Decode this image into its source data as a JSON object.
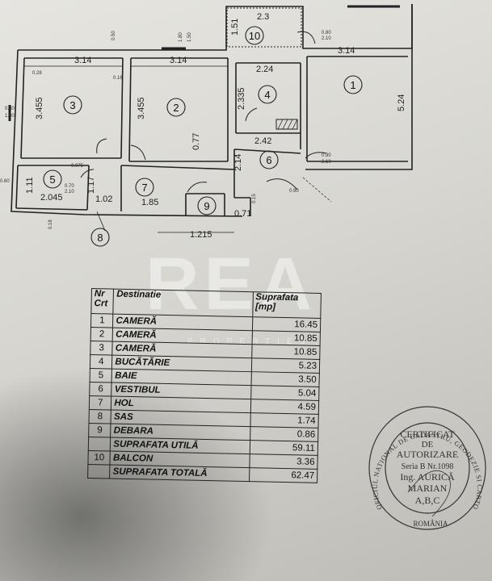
{
  "plan": {
    "dims_horizontal": [
      "2.3",
      "3.14",
      "3.14",
      "3.14",
      "2.24",
      "2.42",
      "2.045",
      "1.02",
      "1.85",
      "1.215",
      "0.71"
    ],
    "dims_vertical": [
      "3.455",
      "3.455",
      "0.77",
      "2.335",
      "2.14",
      "5.24",
      "1.11",
      "1.17",
      "1.51"
    ],
    "rooms": [
      "1",
      "2",
      "3",
      "4",
      "5",
      "6",
      "7",
      "8",
      "9",
      "10"
    ],
    "small_labels": [
      "0.28",
      "1.80",
      "1.50",
      "0.80",
      "2.10",
      "0.16",
      "0.80",
      "1.30",
      "0.90",
      "2.10",
      "0.70",
      "2.10",
      "0.075",
      "0.60",
      "0.90",
      "0.15",
      "0.18",
      "0.50"
    ]
  },
  "table": {
    "header_nr": "Nr Crt",
    "header_dest": "Destinatie",
    "header_sup": "Suprafata [mp]",
    "rows": [
      {
        "nr": "1",
        "dest": "CAMERĂ",
        "sup": "16.45"
      },
      {
        "nr": "2",
        "dest": "CAMERĂ",
        "sup": "10.85"
      },
      {
        "nr": "3",
        "dest": "CAMERĂ",
        "sup": "10.85"
      },
      {
        "nr": "4",
        "dest": "BUCĂTĂRIE",
        "sup": "5.23"
      },
      {
        "nr": "5",
        "dest": "BAIE",
        "sup": "3.50"
      },
      {
        "nr": "6",
        "dest": "VESTIBUL",
        "sup": "5.04"
      },
      {
        "nr": "7",
        "dest": "HOL",
        "sup": "4.59"
      },
      {
        "nr": "8",
        "dest": "SAS",
        "sup": "1.74"
      },
      {
        "nr": "9",
        "dest": "DEBARA",
        "sup": "0.86"
      },
      {
        "nr": "",
        "dest": "SUPRAFATA UTILĂ",
        "sup": "59.11"
      },
      {
        "nr": "10",
        "dest": "BALCON",
        "sup": "3.36"
      },
      {
        "nr": "",
        "dest": "SUPRAFATA TOTALĂ",
        "sup": "62.47"
      }
    ]
  },
  "stamp": {
    "ring_text": "OFICIUL NATIONAL DE CADASTRU, GEODEZIE SI CARTOGRAFIE",
    "country": "ROMÂNIA",
    "line1": "CERTIFICAT",
    "line2": "DE",
    "line3": "AUTORIZARE",
    "line4": "Seria B Nr.1098",
    "line5": "Ing. AURICĂ",
    "line6": "MARIAN",
    "line7": "A,B,C"
  },
  "watermark": {
    "main": "REA",
    "sub": "PROPERTIES"
  },
  "colors": {
    "ink": "#222222",
    "paper": "#e2e1dc",
    "stamp": "#333333"
  }
}
